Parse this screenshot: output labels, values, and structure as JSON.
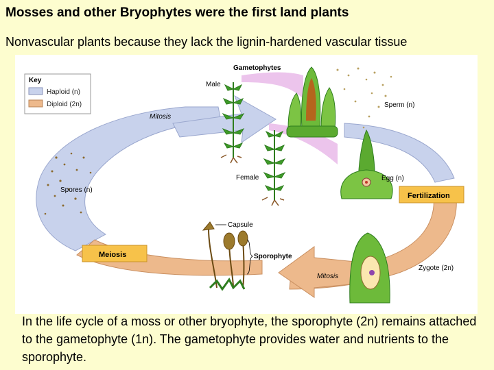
{
  "slide": {
    "title": "Mosses and other Bryophytes were the first land plants",
    "subtitle": "Nonvascular plants because they lack the lignin-hardened vascular tissue",
    "caption": "In the life cycle of a moss or other bryophyte, the sporophyte (2n) remains attached to the gametophyte (1n). The gametophyte provides water and nutrients to the sporophyte."
  },
  "diagram": {
    "key": {
      "title": "Key",
      "haploid": "Haploid (n)",
      "diploid": "Diploid (2n)",
      "haploid_color": "#C8D2EC",
      "diploid_color": "#EDB98C"
    },
    "labels": {
      "gametophytes": "Gametophytes",
      "male": "Male",
      "female": "Female",
      "sperm": "Sperm (n)",
      "egg": "Egg (n)",
      "mitosis_top": "Mitosis",
      "spores": "Spores (n)",
      "fertilization": "Fertilization",
      "capsule": "Capsule",
      "sporophyte": "Sporophyte",
      "meiosis": "Meiosis",
      "mitosis_bottom": "Mitosis",
      "zygote": "Zygote (2n)"
    },
    "box_color": "#F7C24A"
  }
}
